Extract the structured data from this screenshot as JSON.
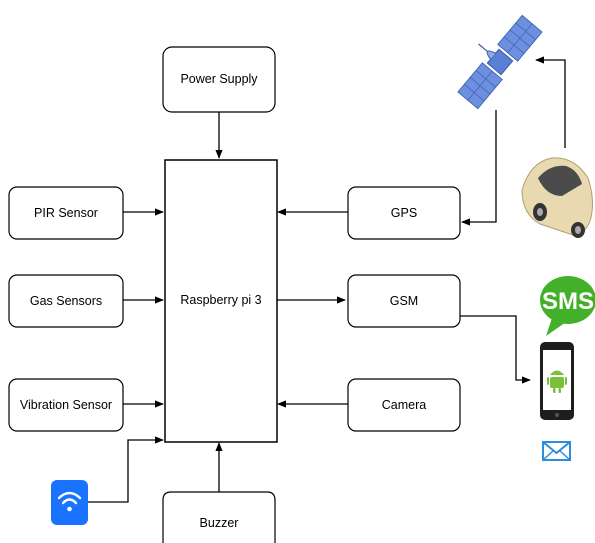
{
  "blocks": {
    "power_supply": "Power Supply",
    "raspberry": "Raspberry pi 3",
    "pir_sensor": "PIR Sensor",
    "gas_sensors": "Gas Sensors",
    "vibration_sensor": "Vibration Sensor",
    "gps": "GPS",
    "gsm": "GSM",
    "camera": "Camera",
    "buzzer": "Buzzer"
  },
  "icons": {
    "satellite": "satellite-icon",
    "car": "car-icon",
    "sms": "SMS",
    "phone": "android-phone-icon",
    "mail": "mail-icon",
    "wifi": "wifi-icon"
  },
  "colors": {
    "sms_green": "#43b02a",
    "wifi_blue": "#1a73ff",
    "mail_blue": "#2a8de0",
    "satellite_blue": "#4a6fc9"
  }
}
